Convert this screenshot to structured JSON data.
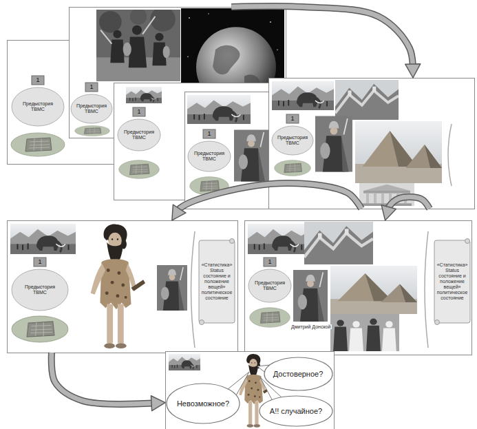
{
  "diagram": {
    "nodes": [
      {
        "text": []
      },
      {
        "text": [
          "1",
          "Предыстория ТВМС"
        ],
        "in": 0
      },
      {
        "text": []
      },
      {
        "text": [
          "1",
          "Предыстория ТВМС"
        ],
        "in": 2
      },
      {
        "text": []
      },
      {
        "text": [
          "1",
          "Предыстория ТВМС"
        ],
        "in": 4
      },
      {
        "text": []
      },
      {
        "text": [
          "1",
          "Предыстория ТВМС"
        ],
        "in": 6
      },
      {
        "text": []
      },
      {
        "text": [
          "1",
          "Предыстория ТВМС"
        ],
        "in": 8
      },
      {
        "text": []
      },
      {
        "text": [
          "1",
          "Предыстория ТВМС"
        ],
        "in": 10
      },
      {
        "text": [
          "«Статистика» Status состояние и положение вещей» политическое состояние"
        ],
        "in": 10
      },
      {
        "text": []
      },
      {
        "text": [
          "1",
          "Предыстория ТВМС"
        ],
        "in": 13
      },
      {
        "text": [
          "«Статистика» Status состояние и положение вещей» политическое состояние"
        ],
        "in": 13
      },
      {
        "text": []
      },
      {
        "text": [
          "Невозможное?"
        ],
        "in": 16
      },
      {
        "text": [
          "Достоверное?"
        ],
        "in": 16
      },
      {
        "text": [
          "А!! случайное?"
        ],
        "in": 16
      }
    ],
    "edges": [
      {
        "from": 2,
        "to": 8,
        "arrow": "to"
      },
      {
        "from": 8,
        "to": 10,
        "arrow": "to"
      },
      {
        "from": 8,
        "to": 13,
        "arrow": "to"
      },
      {
        "from": 10,
        "to": 16,
        "arrow": "to"
      }
    ],
    "labels": [
      "Дмитрий Донской"
    ]
  }
}
